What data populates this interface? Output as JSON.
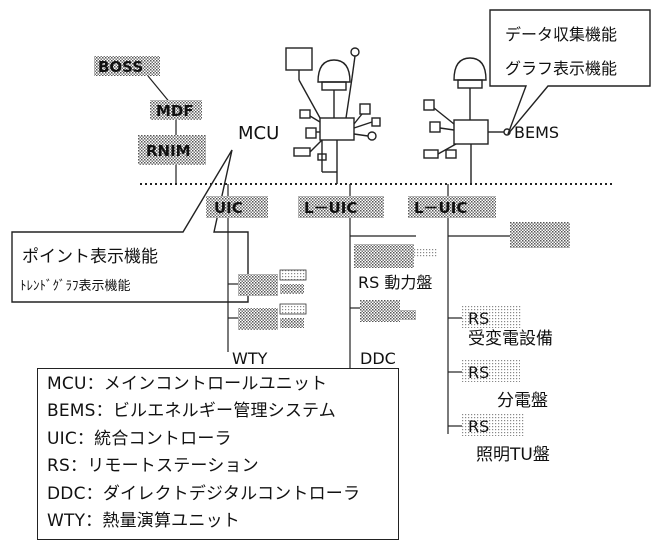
{
  "nodes": {
    "boss": "BOSS",
    "mdf": "MDF",
    "rnim": "RNIM",
    "mcu": "MCU",
    "bems": "BEMS",
    "uic": "UIC",
    "l_uic_1": "L－UIC",
    "l_uic_2": "L－UIC",
    "rs_power": "RS 動力盤",
    "rs_1": "RS",
    "rs_1_label": "受変電設備",
    "rs_2": "RS",
    "rs_2_label": "分電盤",
    "rs_3": "RS",
    "rs_3_label": "照明TU盤",
    "wty": "WTY",
    "ddc": "DDC"
  },
  "callouts": {
    "right": [
      "データ収集機能",
      "グラフ表示機能"
    ],
    "left": [
      "ポイント表示機能",
      "ﾄﾚﾝﾄﾞｸﾞﾗﾌ表示機能"
    ]
  },
  "legend": [
    "MCU：メインコントロールユニット",
    "BEMS：ビルエネルギー管理システム",
    "UIC：統合コントローラ",
    "RS：リモートステーション",
    "DDC：ダイレクトデジタルコントローラ",
    "WTY：熱量演算ユニット"
  ]
}
